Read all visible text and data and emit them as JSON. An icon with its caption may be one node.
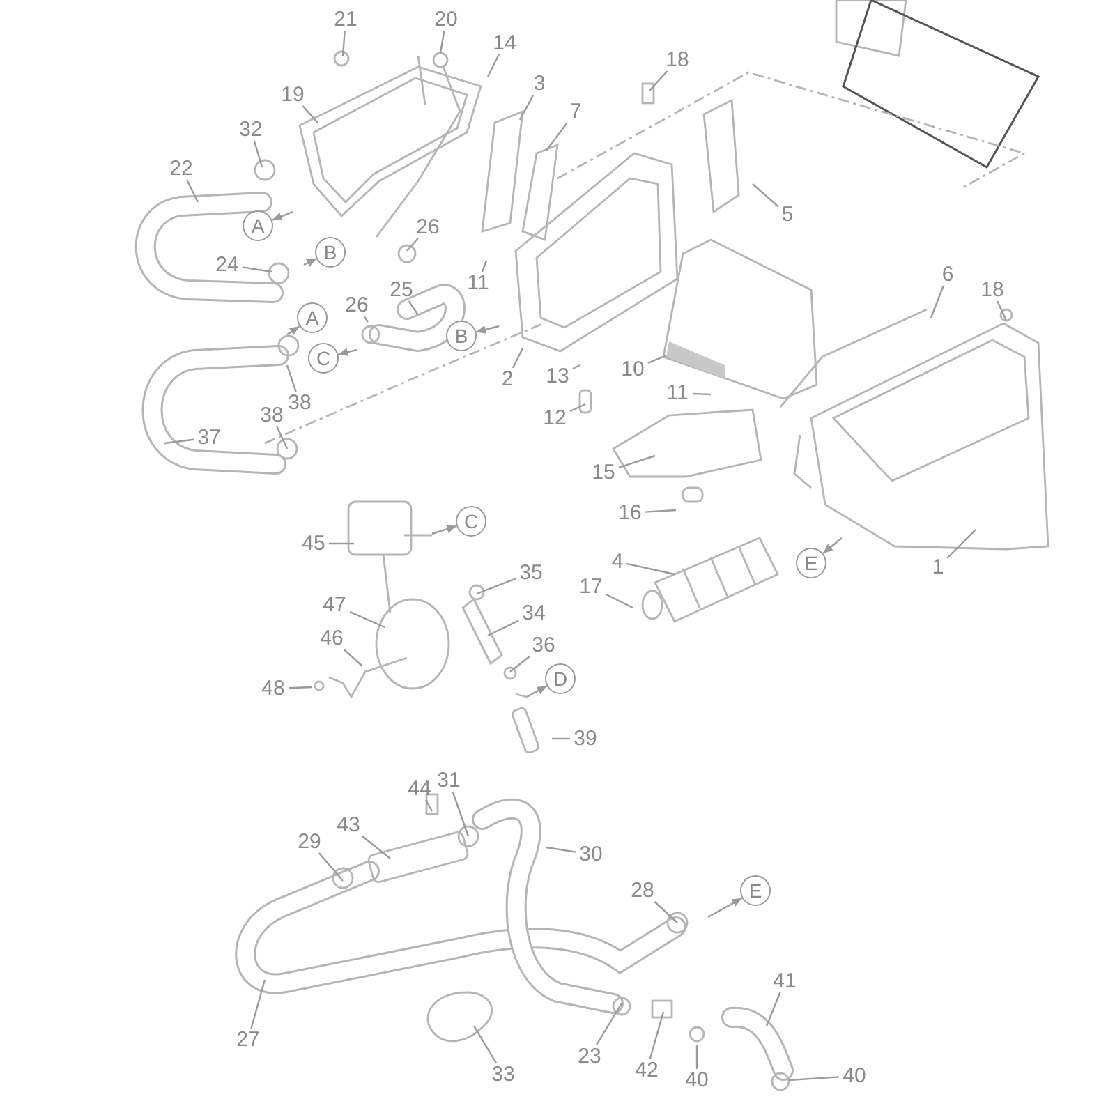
{
  "diagram": {
    "nodes": [
      {
        "text": [
          "21"
        ]
      },
      {
        "text": [
          "20"
        ]
      },
      {
        "text": [
          "14"
        ]
      },
      {
        "text": [
          "18"
        ]
      },
      {
        "text": [
          "3"
        ]
      },
      {
        "text": [
          "19"
        ]
      },
      {
        "text": [
          "7"
        ]
      },
      {
        "text": [
          "32"
        ]
      },
      {
        "text": [
          "22"
        ]
      },
      {
        "text": [
          "5"
        ]
      },
      {
        "text": [
          "A"
        ]
      },
      {
        "text": [
          "26"
        ]
      },
      {
        "text": [
          "B"
        ]
      },
      {
        "text": [
          "24"
        ]
      },
      {
        "text": [
          "6"
        ]
      },
      {
        "text": [
          "11"
        ]
      },
      {
        "text": [
          "25"
        ]
      },
      {
        "text": [
          "18"
        ]
      },
      {
        "text": [
          "26"
        ]
      },
      {
        "text": [
          "A"
        ]
      },
      {
        "text": [
          "B"
        ]
      },
      {
        "text": [
          "C"
        ]
      },
      {
        "text": [
          "2"
        ]
      },
      {
        "text": [
          "13"
        ]
      },
      {
        "text": [
          "10"
        ]
      },
      {
        "text": [
          "11"
        ]
      },
      {
        "text": [
          "38"
        ]
      },
      {
        "text": [
          "38"
        ]
      },
      {
        "text": [
          "12"
        ]
      },
      {
        "text": [
          "37"
        ]
      },
      {
        "text": [
          "15"
        ]
      },
      {
        "text": [
          "16"
        ]
      },
      {
        "text": [
          "C"
        ]
      },
      {
        "text": [
          "45"
        ]
      },
      {
        "text": [
          "1"
        ]
      },
      {
        "text": [
          "E"
        ]
      },
      {
        "text": [
          "4"
        ]
      },
      {
        "text": [
          "35"
        ]
      },
      {
        "text": [
          "17"
        ]
      },
      {
        "text": [
          "47"
        ]
      },
      {
        "text": [
          "34"
        ]
      },
      {
        "text": [
          "46"
        ]
      },
      {
        "text": [
          "36"
        ]
      },
      {
        "text": [
          "D"
        ]
      },
      {
        "text": [
          "48"
        ]
      },
      {
        "text": [
          "39"
        ]
      },
      {
        "text": [
          "31"
        ]
      },
      {
        "text": [
          "44"
        ]
      },
      {
        "text": [
          "43"
        ]
      },
      {
        "text": [
          "29"
        ]
      },
      {
        "text": [
          "30"
        ]
      },
      {
        "text": [
          "28"
        ]
      },
      {
        "text": [
          "E"
        ]
      },
      {
        "text": [
          "41"
        ]
      },
      {
        "text": [
          "27"
        ]
      },
      {
        "text": [
          "23"
        ]
      },
      {
        "text": [
          "42"
        ]
      },
      {
        "text": [
          "33"
        ]
      },
      {
        "text": [
          "40"
        ]
      },
      {
        "text": [
          "40"
        ]
      }
    ],
    "edges": [
      {
        "from": 0,
        "to": null,
        "arrow": "none"
      },
      {
        "from": 1,
        "to": null,
        "arrow": "none"
      },
      {
        "from": 2,
        "to": null,
        "arrow": "none"
      },
      {
        "from": 3,
        "to": null,
        "arrow": "none"
      },
      {
        "from": 4,
        "to": null,
        "arrow": "none"
      },
      {
        "from": 5,
        "to": null,
        "arrow": "none"
      },
      {
        "from": 6,
        "to": null,
        "arrow": "none"
      },
      {
        "from": 7,
        "to": null,
        "arrow": "none"
      },
      {
        "from": 8,
        "to": null,
        "arrow": "none"
      },
      {
        "from": 9,
        "to": null,
        "arrow": "none"
      },
      {
        "from": null,
        "to": 10,
        "arrow": "to"
      },
      {
        "from": 11,
        "to": null,
        "arrow": "none"
      },
      {
        "from": null,
        "to": 12,
        "arrow": "to"
      },
      {
        "from": 13,
        "to": null,
        "arrow": "none"
      },
      {
        "from": 14,
        "to": null,
        "arrow": "none"
      },
      {
        "from": 15,
        "to": null,
        "arrow": "none"
      },
      {
        "from": 16,
        "to": null,
        "arrow": "none"
      },
      {
        "from": 17,
        "to": null,
        "arrow": "none"
      },
      {
        "from": 18,
        "to": null,
        "arrow": "none"
      },
      {
        "from": null,
        "to": 19,
        "arrow": "to"
      },
      {
        "from": null,
        "to": 20,
        "arrow": "to"
      },
      {
        "from": null,
        "to": 21,
        "arrow": "to"
      },
      {
        "from": 22,
        "to": null,
        "arrow": "none"
      },
      {
        "from": 23,
        "to": null,
        "arrow": "none"
      },
      {
        "from": 24,
        "to": null,
        "arrow": "none"
      },
      {
        "from": 25,
        "to": null,
        "arrow": "none"
      },
      {
        "from": 26,
        "to": null,
        "arrow": "none"
      },
      {
        "from": 27,
        "to": null,
        "arrow": "none"
      },
      {
        "from": 28,
        "to": null,
        "arrow": "none"
      },
      {
        "from": 29,
        "to": null,
        "arrow": "none"
      },
      {
        "from": 30,
        "to": null,
        "arrow": "none"
      },
      {
        "from": 31,
        "to": null,
        "arrow": "none"
      },
      {
        "from": null,
        "to": 32,
        "arrow": "to"
      },
      {
        "from": 33,
        "to": null,
        "arrow": "none"
      },
      {
        "from": 34,
        "to": null,
        "arrow": "none"
      },
      {
        "from": null,
        "to": 35,
        "arrow": "to"
      },
      {
        "from": 36,
        "to": null,
        "arrow": "none"
      },
      {
        "from": 37,
        "to": null,
        "arrow": "none"
      },
      {
        "from": 38,
        "to": null,
        "arrow": "none"
      },
      {
        "from": 39,
        "to": null,
        "arrow": "none"
      },
      {
        "from": 40,
        "to": null,
        "arrow": "none"
      },
      {
        "from": 41,
        "to": null,
        "arrow": "none"
      },
      {
        "from": 42,
        "to": null,
        "arrow": "none"
      },
      {
        "from": null,
        "to": 43,
        "arrow": "to"
      },
      {
        "from": 44,
        "to": null,
        "arrow": "none"
      },
      {
        "from": 45,
        "to": null,
        "arrow": "none"
      },
      {
        "from": 46,
        "to": null,
        "arrow": "none"
      },
      {
        "from": 47,
        "to": null,
        "arrow": "none"
      },
      {
        "from": 48,
        "to": null,
        "arrow": "none"
      },
      {
        "from": 49,
        "to": null,
        "arrow": "none"
      },
      {
        "from": 50,
        "to": null,
        "arrow": "none"
      },
      {
        "from": 51,
        "to": null,
        "arrow": "none"
      },
      {
        "from": null,
        "to": 52,
        "arrow": "to"
      },
      {
        "from": 53,
        "to": null,
        "arrow": "none"
      },
      {
        "from": 54,
        "to": null,
        "arrow": "none"
      },
      {
        "from": 55,
        "to": null,
        "arrow": "none"
      },
      {
        "from": 56,
        "to": null,
        "arrow": "none"
      },
      {
        "from": 57,
        "to": null,
        "arrow": "none"
      },
      {
        "from": 58,
        "to": null,
        "arrow": "none"
      },
      {
        "from": 59,
        "to": null,
        "arrow": "none"
      }
    ]
  }
}
